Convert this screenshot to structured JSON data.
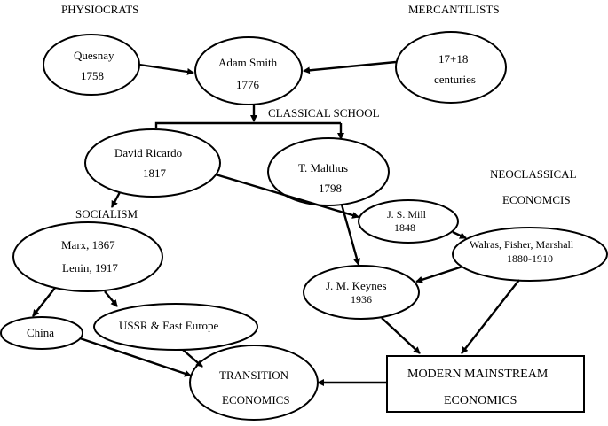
{
  "headings": {
    "physiocrats": "PHYSIOCRATS",
    "mercantilists": "MERCANTILISTS",
    "classical_school": "CLASSICAL SCHOOL",
    "socialism": "SOCIALISM",
    "neoclassical_line1": "NEOCLASSICAL",
    "neoclassical_line2": "ECONOMCIS"
  },
  "nodes": {
    "quesnay": {
      "line1": "Quesnay",
      "line2": "1758"
    },
    "adam_smith": {
      "line1": "Adam Smith",
      "line2": "1776"
    },
    "mercantile_period": {
      "line1": "17+18",
      "line2": "centuries"
    },
    "ricardo": {
      "line1": "David Ricardo",
      "line2": "1817"
    },
    "malthus": {
      "line1": "T. Malthus",
      "line2": "1798"
    },
    "mill": {
      "line1": "J. S. Mill",
      "line2": "1848"
    },
    "walras": {
      "line1": "Walras, Fisher, Marshall",
      "line2": "1880-1910"
    },
    "marx": {
      "line1": "Marx, 1867",
      "line2": "Lenin, 1917"
    },
    "keynes": {
      "line1": "J. M. Keynes",
      "line2": "1936"
    },
    "china": {
      "line1": "China"
    },
    "ussr": {
      "line1": "USSR & East Europe"
    },
    "transition": {
      "line1": "TRANSITION",
      "line2": "ECONOMICS"
    },
    "mainstream": {
      "line1": "MODERN MAINSTREAM",
      "line2": "ECONOMICS"
    }
  }
}
